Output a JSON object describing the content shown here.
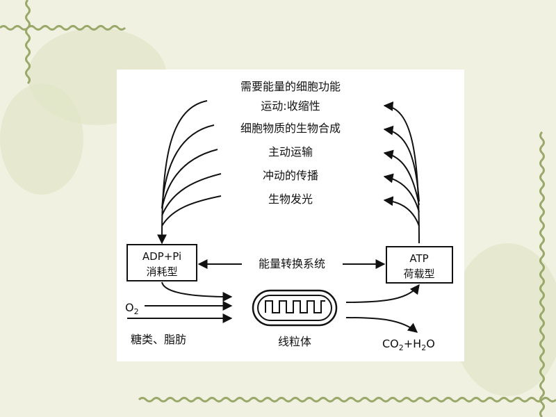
{
  "diagram": {
    "top_label_1": "需要能量的细胞功能",
    "top_label_2": "运动:收缩性",
    "functions": [
      "细胞物质的生物合成",
      "主动运输",
      "冲动的传播",
      "生物发光"
    ],
    "adp_box": {
      "line1": "ADP+Pi",
      "line2": "消耗型"
    },
    "atp_box": {
      "line1": "ATP",
      "line2": "荷载型"
    },
    "center_label": "能量转换系统",
    "o2_label": "O",
    "o2_sub": "2",
    "nutrients_label": "糖类、脂肪",
    "mito_label": "线粒体",
    "product_co2": "CO",
    "product_co2_sub": "2",
    "product_plus_h": "+H",
    "product_h_sub": "2",
    "product_o": "O"
  },
  "colors": {
    "background": "#f1f1e1",
    "border": "#9aa86a",
    "ink": "#111111"
  }
}
